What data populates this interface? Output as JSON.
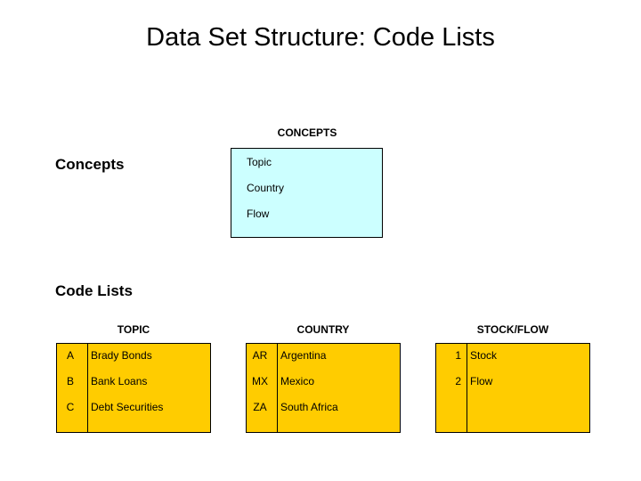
{
  "slide": {
    "title": "Data Set Structure: Code Lists",
    "background_color": "#FFFFFF",
    "concepts_box_color": "#CCFFFF",
    "codelist_box_color": "#FFCC00",
    "border_color": "#000000"
  },
  "rows": {
    "concepts_label": "Concepts",
    "codelists_label": "Code Lists"
  },
  "concepts": {
    "caption": "CONCEPTS",
    "items": [
      {
        "label": "Topic"
      },
      {
        "label": "Country"
      },
      {
        "label": "Flow"
      }
    ]
  },
  "codelists": [
    {
      "caption": "TOPIC",
      "key_align": "center",
      "entries": [
        {
          "code": "A",
          "value": "Brady Bonds"
        },
        {
          "code": "B",
          "value": "Bank Loans"
        },
        {
          "code": "C",
          "value": "Debt Securities"
        }
      ]
    },
    {
      "caption": "COUNTRY",
      "key_align": "center",
      "entries": [
        {
          "code": "AR",
          "value": "Argentina"
        },
        {
          "code": "MX",
          "value": "Mexico"
        },
        {
          "code": "ZA",
          "value": "South Africa"
        }
      ]
    },
    {
      "caption": "STOCK/FLOW",
      "key_align": "right",
      "entries": [
        {
          "code": "1",
          "value": "Stock"
        },
        {
          "code": "2",
          "value": "Flow"
        }
      ]
    }
  ]
}
